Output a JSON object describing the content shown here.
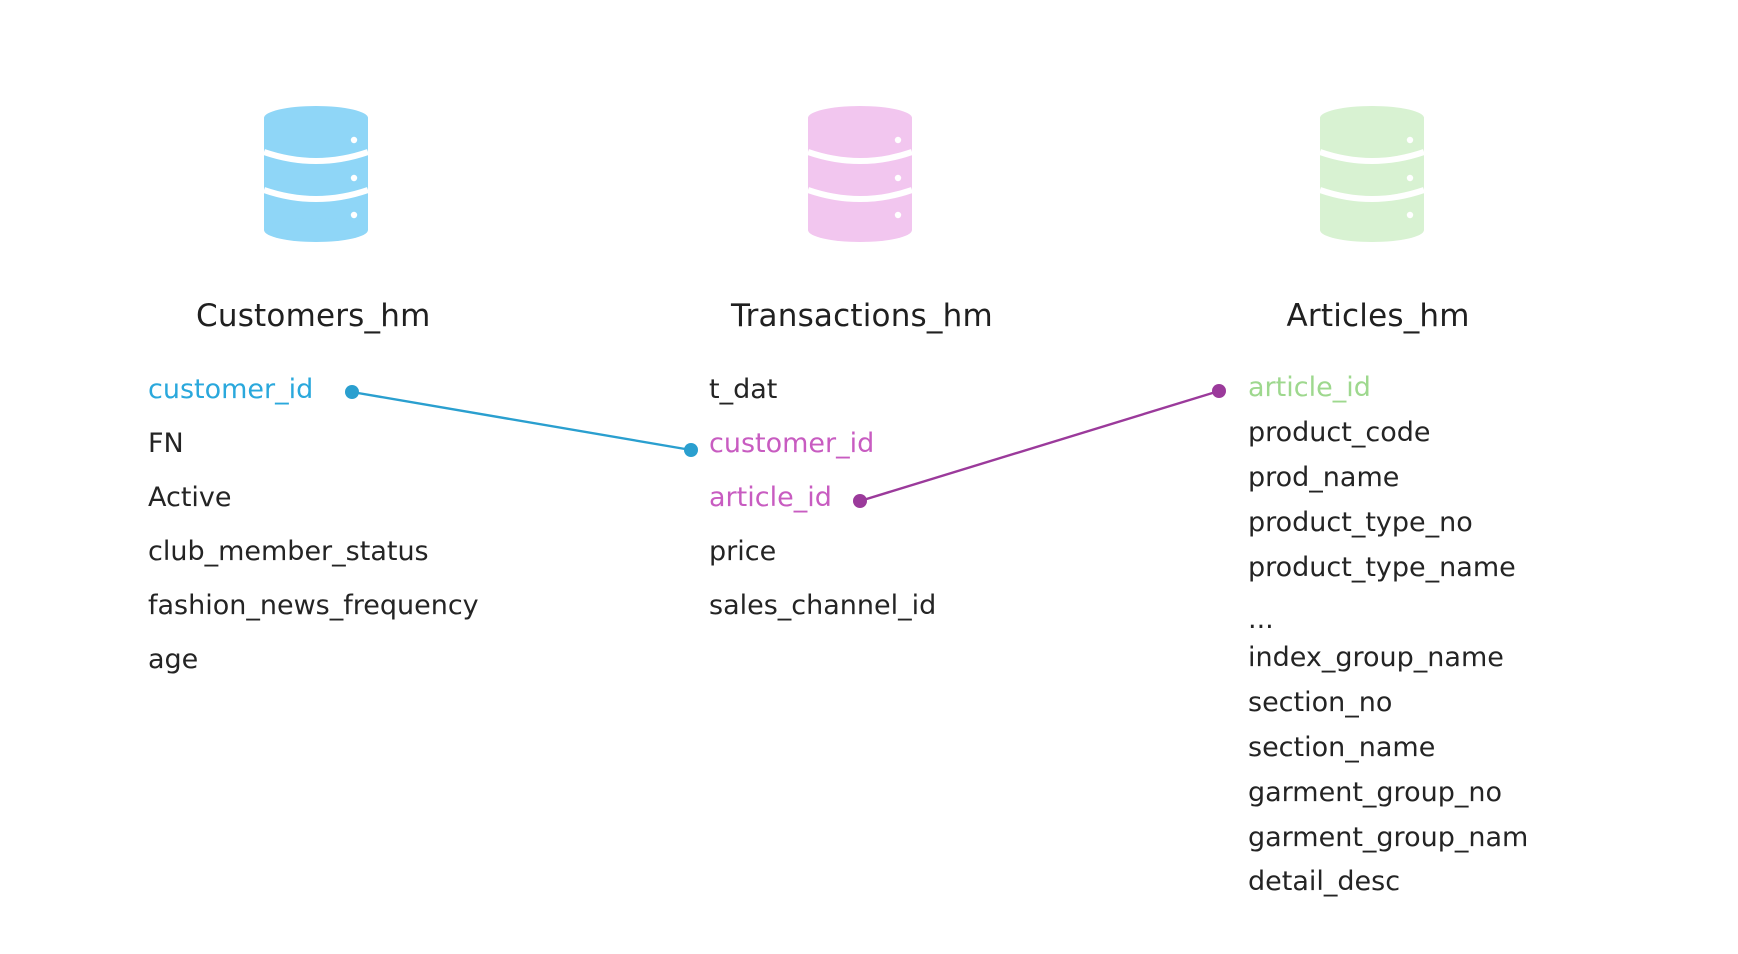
{
  "colors": {
    "customers": "#2aa8dc",
    "customers_icon": "#8fd6f7",
    "transactions": "#c85cc1",
    "transactions_icon": "#f2c6ef",
    "articles": "#9ed88e",
    "articles_icon": "#d8f2d2",
    "link_customer": "#2a9fcf",
    "link_article": "#9b3a9b"
  },
  "tables": [
    {
      "id": "customers",
      "title": "Customers_hm",
      "icon": "database-icon",
      "fields": [
        {
          "label": "customer_id",
          "key": true
        },
        {
          "label": "FN"
        },
        {
          "label": "Active"
        },
        {
          "label": "club_member_status"
        },
        {
          "label": "fashion_news_frequency"
        },
        {
          "label": "age"
        }
      ]
    },
    {
      "id": "transactions",
      "title": "Transactions_hm",
      "icon": "database-icon",
      "fields": [
        {
          "label": "t_dat"
        },
        {
          "label": "customer_id",
          "key": true
        },
        {
          "label": "article_id",
          "key": true
        },
        {
          "label": "price"
        },
        {
          "label": "sales_channel_id"
        }
      ]
    },
    {
      "id": "articles",
      "title": "Articles_hm",
      "icon": "database-icon",
      "fields": [
        {
          "label": "article_id",
          "key": true
        },
        {
          "label": "product_code"
        },
        {
          "label": "prod_name"
        },
        {
          "label": "product_type_no"
        },
        {
          "label": "product_type_name"
        },
        {
          "label": "..."
        },
        {
          "label": "index_group_name"
        },
        {
          "label": "section_no"
        },
        {
          "label": "section_name"
        },
        {
          "label": "garment_group_no"
        },
        {
          "label": "garment_group_nam"
        },
        {
          "label": "detail_desc"
        }
      ]
    }
  ],
  "relationships": [
    {
      "from": "customers.customer_id",
      "to": "transactions.customer_id",
      "color": "#2a9fcf"
    },
    {
      "from": "transactions.article_id",
      "to": "articles.article_id",
      "color": "#9b3a9b"
    }
  ]
}
